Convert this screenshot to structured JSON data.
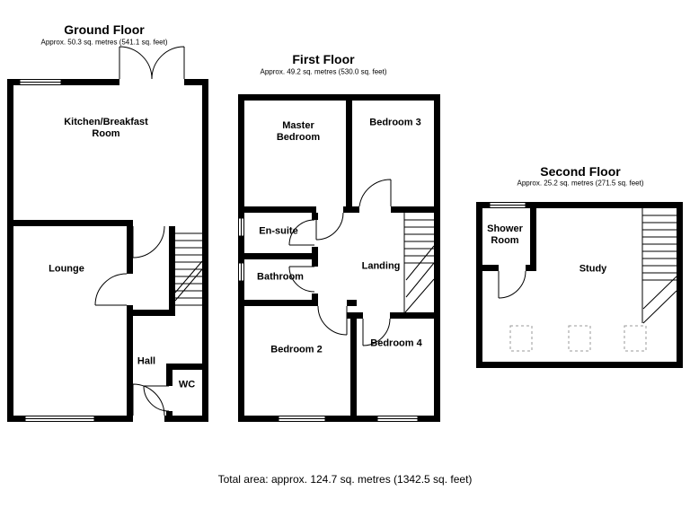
{
  "floors": {
    "ground": {
      "title": "Ground Floor",
      "area": "Approx. 50.3 sq. metres (541.1 sq. feet)",
      "rooms": {
        "kitchen": "Kitchen/Breakfast Room",
        "lounge": "Lounge",
        "hall": "Hall",
        "wc": "WC"
      }
    },
    "first": {
      "title": "First Floor",
      "area": "Approx. 49.2 sq. metres (530.0 sq. feet)",
      "rooms": {
        "master": "Master Bedroom",
        "bedroom3": "Bedroom 3",
        "ensuite": "En-suite",
        "bathroom": "Bathroom",
        "landing": "Landing",
        "bedroom2": "Bedroom 2",
        "bedroom4": "Bedroom 4"
      }
    },
    "second": {
      "title": "Second Floor",
      "area": "Approx. 25.2 sq. metres (271.5 sq. feet)",
      "rooms": {
        "shower": "Shower Room",
        "study": "Study"
      }
    }
  },
  "footer": {
    "total": "Total area: approx. 124.7 sq. metres (1342.5 sq. feet)"
  },
  "colors": {
    "wall": "#000000",
    "line": "#000000",
    "skylight_marker": "#9a9a9a",
    "background": "#ffffff"
  }
}
